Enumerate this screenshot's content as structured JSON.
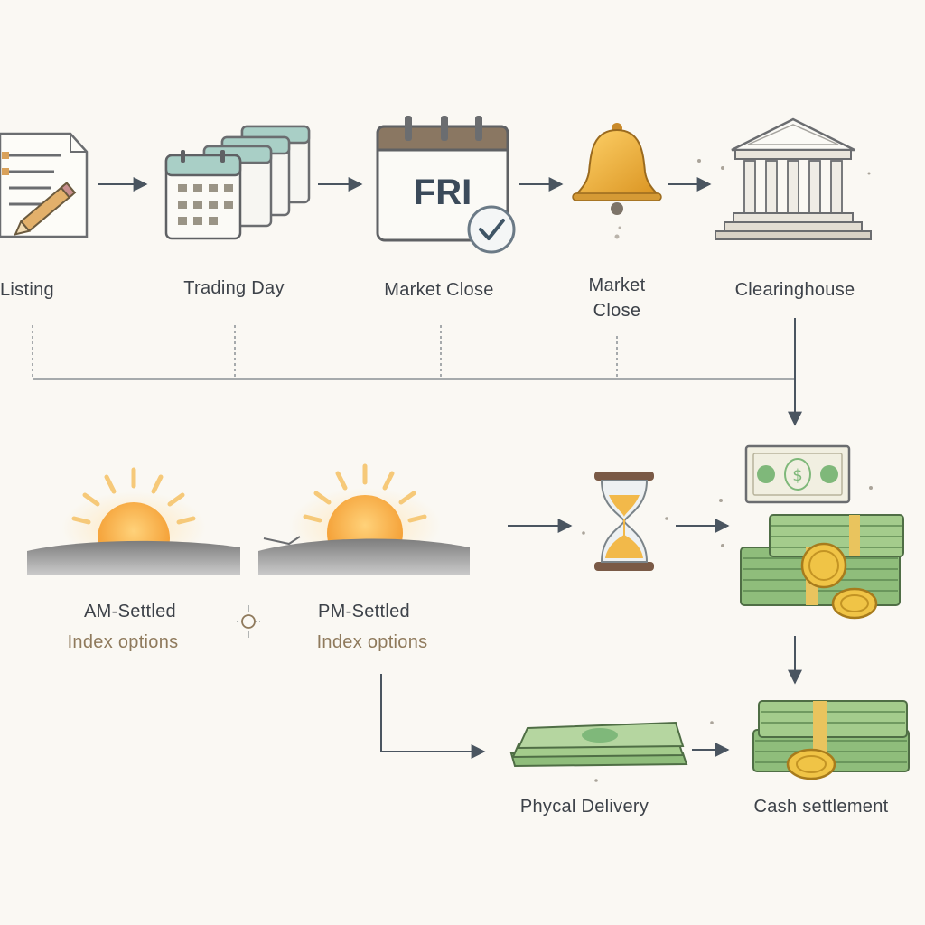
{
  "colors": {
    "background": "#faf8f3",
    "ink": "#3d4249",
    "accent_brown": "#8f7a5c",
    "teal": "#a9cfc6",
    "gold": "#f2b94a",
    "sun": "#f4a73a",
    "cash_green": "#9cc28a"
  },
  "stages": {
    "listing": "Listing",
    "trading_day": "Trading Day",
    "expiration_close": "Market Close",
    "market_close": "Market\nClose",
    "clearinghouse": "Clearinghouse"
  },
  "expiration_card": {
    "day": "FRI"
  },
  "settlement_types": {
    "am_title": "AM-Settled",
    "am_sub": "Index options",
    "pm_title": "PM-Settled",
    "pm_sub": "Index options"
  },
  "outcomes": {
    "physical": "Phycal Delivery",
    "cash": "Cash settlement"
  },
  "icons": [
    "document-pencil-icon",
    "calendar-stack-icon",
    "calendar-fri-check-icon",
    "bell-icon",
    "bank-building-icon",
    "sunrise-icon",
    "sunset-icon",
    "hourglass-icon",
    "banknote-icon",
    "cash-coins-icon",
    "flat-cash-icon"
  ]
}
